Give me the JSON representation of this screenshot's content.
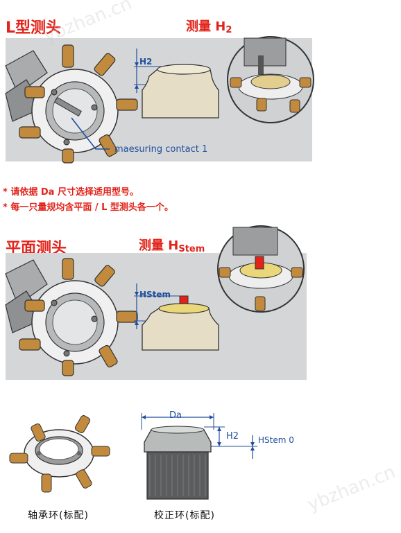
{
  "section1": {
    "title": "L型测头",
    "measure_label": "测量 H",
    "measure_sub": "2",
    "dim_label": "H2",
    "contact_label": "maesuring contact 1"
  },
  "notes": [
    "* 请依据 Da 尺寸选择适用型号。",
    "* 每一只量规均含平面 / L 型测头各一个。"
  ],
  "section2": {
    "title": "平面测头",
    "measure_label": "测量 H",
    "measure_sub": "Stem",
    "dim_label": "HStem"
  },
  "section3": {
    "da_label": "Da",
    "h2_label": "H2",
    "hstem0_label": "HStem 0",
    "caption_left": "轴承环(标配)",
    "caption_right": "校正环(标配)"
  },
  "watermark": "ybzhan.cn",
  "colors": {
    "title_red": "#e2231a",
    "dim_blue": "#1f4e9c",
    "panel_gray": "#d4d6d8",
    "brass": "#c28a3c",
    "can_beige": "#e6ddc6"
  }
}
